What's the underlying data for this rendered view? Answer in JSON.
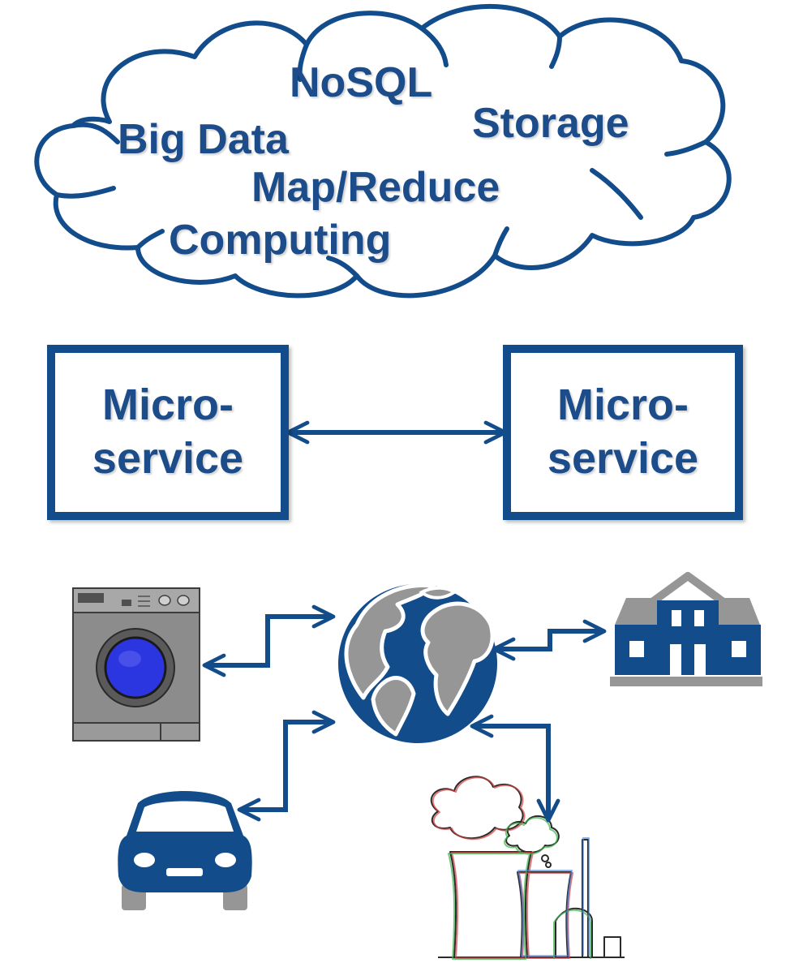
{
  "colors": {
    "primary_blue": "#134c8b",
    "text_blue": "#1c4d8a",
    "gray": "#969696",
    "dark_gray": "#6e6e6e",
    "drum_blue": "#2b35e0"
  },
  "cloud": {
    "terms": [
      "NoSQL",
      "Storage",
      "Big Data",
      "Map/Reduce",
      "Computing"
    ]
  },
  "microservices": {
    "left": {
      "line1": "Micro-",
      "line2": "service"
    },
    "right": {
      "line1": "Micro-",
      "line2": "service"
    }
  },
  "devices": {
    "icons": [
      "washing-machine-icon",
      "globe-icon",
      "house-icon",
      "car-icon",
      "power-plant-icon"
    ]
  }
}
